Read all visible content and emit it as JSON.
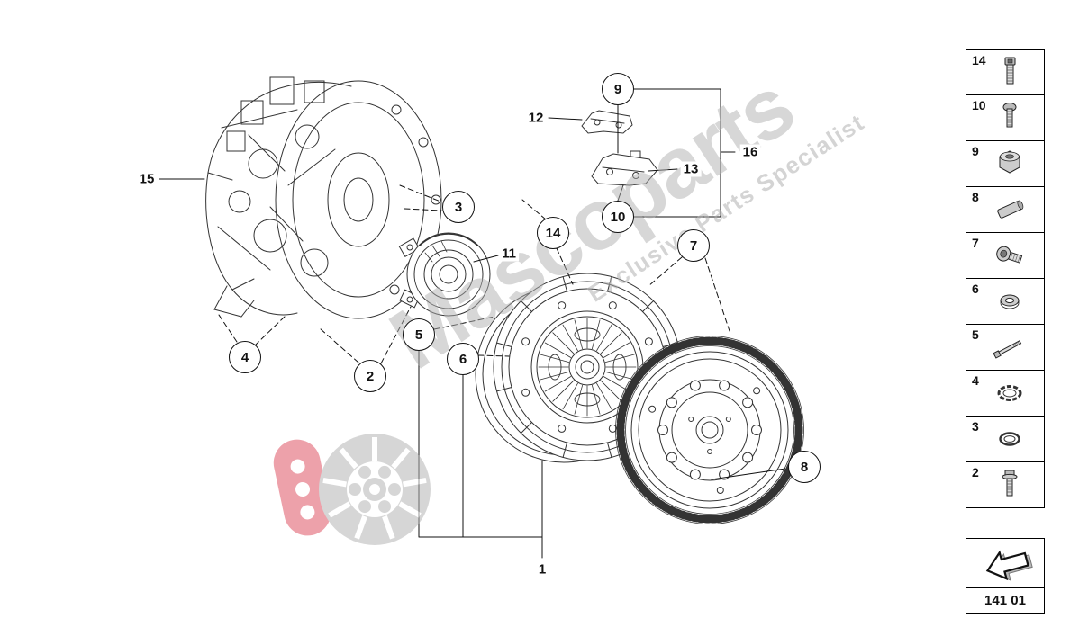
{
  "watermark": {
    "brand": "Mascoparts",
    "tagline": "Exclusive Parts Specialist"
  },
  "code_box": {
    "code": "141 01"
  },
  "callouts": {
    "circled": [
      {
        "label": "9"
      },
      {
        "label": "3"
      },
      {
        "label": "14"
      },
      {
        "label": "10"
      },
      {
        "label": "7"
      },
      {
        "label": "4"
      },
      {
        "label": "2"
      },
      {
        "label": "5"
      },
      {
        "label": "6"
      },
      {
        "label": "8"
      }
    ],
    "plain": [
      {
        "label": "15"
      },
      {
        "label": "12"
      },
      {
        "label": "13"
      },
      {
        "label": "16"
      },
      {
        "label": "11"
      },
      {
        "label": "1"
      }
    ]
  },
  "legend": {
    "items": [
      {
        "number": "14",
        "icon": "socket-head-screw-icon"
      },
      {
        "number": "10",
        "icon": "pan-head-screw-icon"
      },
      {
        "number": "9",
        "icon": "hex-nut-icon"
      },
      {
        "number": "8",
        "icon": "dowel-pin-icon"
      },
      {
        "number": "7",
        "icon": "socket-bolt-icon"
      },
      {
        "number": "6",
        "icon": "washer-icon"
      },
      {
        "number": "5",
        "icon": "long-bolt-icon"
      },
      {
        "number": "4",
        "icon": "lock-ring-icon"
      },
      {
        "number": "3",
        "icon": "seal-ring-icon"
      },
      {
        "number": "2",
        "icon": "flange-screw-icon"
      }
    ]
  }
}
